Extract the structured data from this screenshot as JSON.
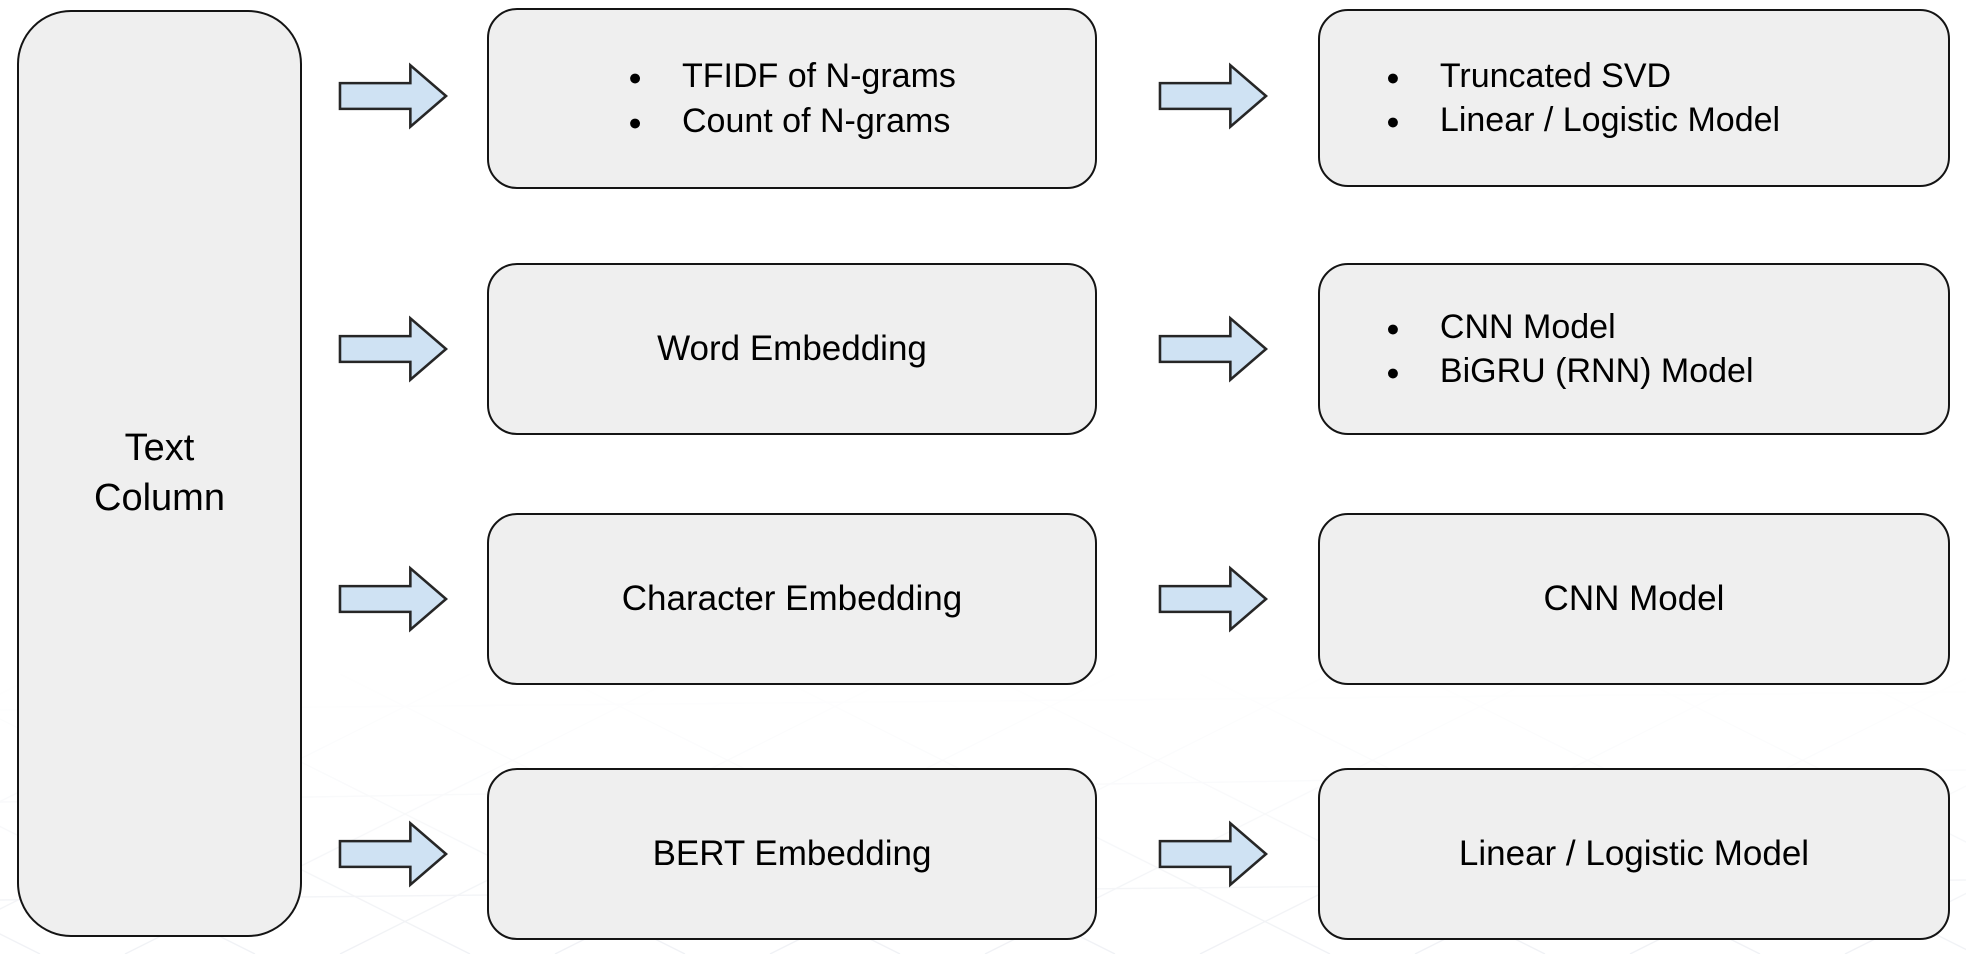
{
  "source": {
    "label": "Text Column"
  },
  "rows": [
    {
      "middle": {
        "items": [
          "TFIDF of N-grams",
          "Count of N-grams"
        ]
      },
      "right": {
        "items": [
          "Truncated SVD",
          "Linear / Logistic Model"
        ]
      }
    },
    {
      "middle": {
        "label": "Word Embedding"
      },
      "right": {
        "items": [
          "CNN Model",
          "BiGRU (RNN) Model"
        ]
      }
    },
    {
      "middle": {
        "label": "Character Embedding"
      },
      "right": {
        "label": "CNN Model"
      }
    },
    {
      "middle": {
        "label": "BERT Embedding"
      },
      "right": {
        "label": "Linear / Logistic Model"
      }
    }
  ],
  "icons": {
    "arrow": "right-arrow"
  },
  "colors": {
    "background": "#ffffff",
    "node_fill": "#efefef",
    "node_border": "#141414",
    "arrow_fill": "#cfe2f3",
    "arrow_border": "#262626",
    "text": "#000000",
    "mesh_line": "#dfe3ea"
  }
}
